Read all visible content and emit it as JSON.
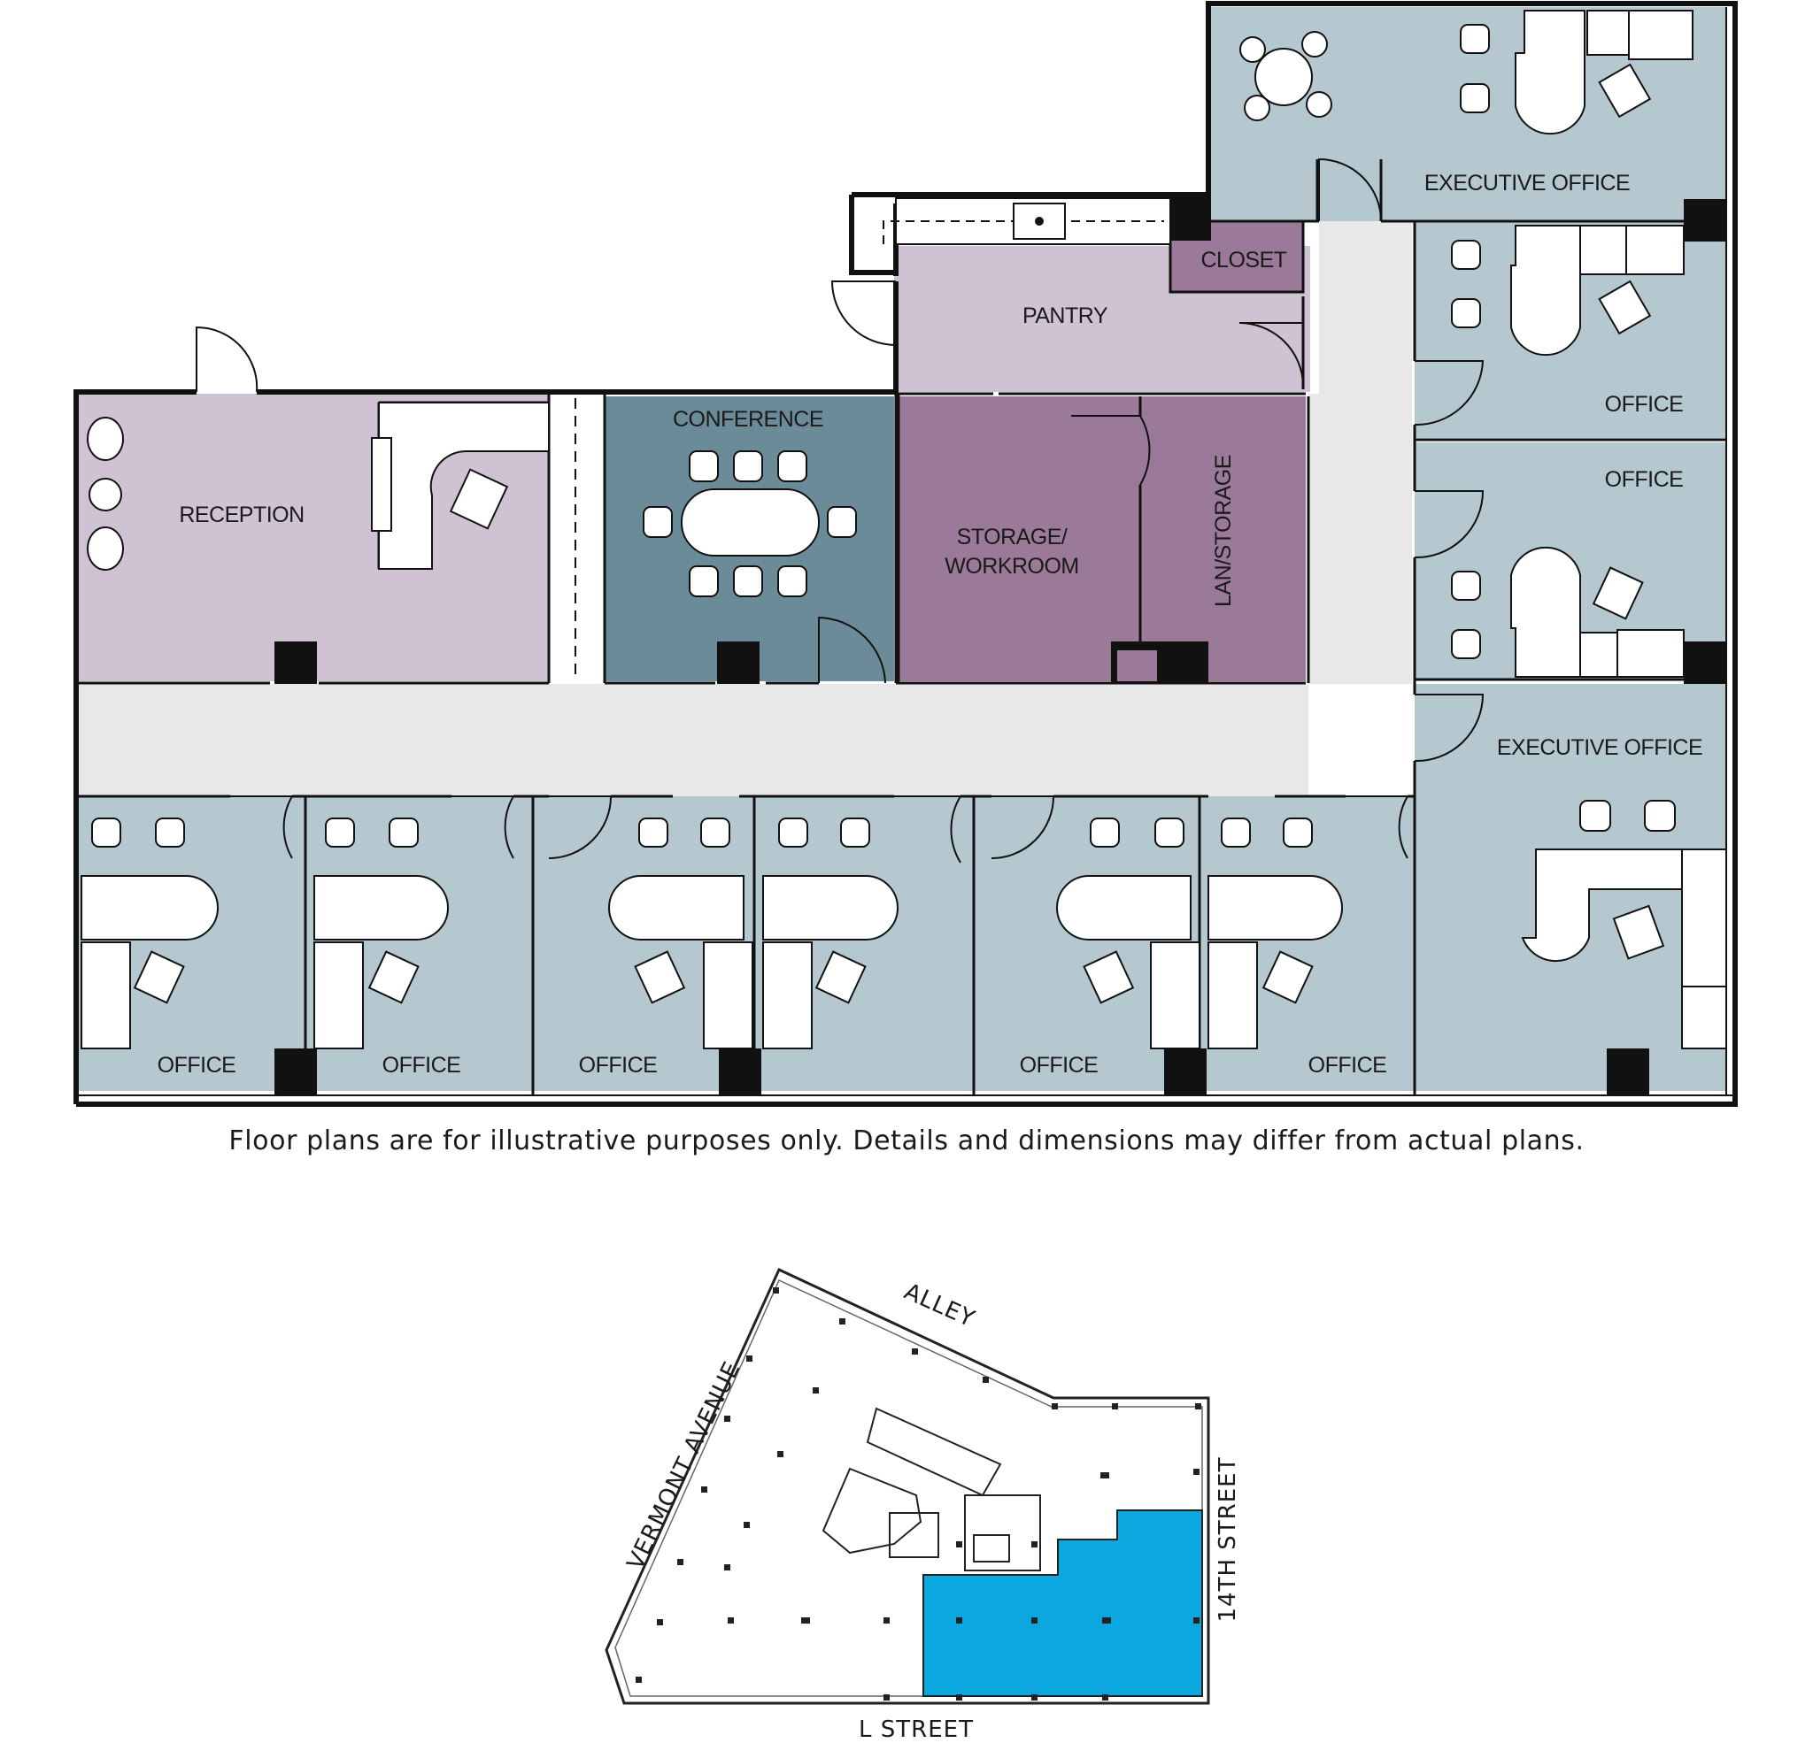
{
  "rooms": {
    "executive_office_top": "EXECUTIVE OFFICE",
    "closet": "CLOSET",
    "pantry": "PANTRY",
    "office_right_1": "OFFICE",
    "office_right_2": "OFFICE",
    "conference": "CONFERENCE",
    "reception": "RECEPTION",
    "storage_line1": "STORAGE/",
    "storage_line2": "WORKROOM",
    "lan_storage": "LAN/STORAGE",
    "executive_office_right": "EXECUTIVE OFFICE",
    "office_bottom_1": "OFFICE",
    "office_bottom_2": "OFFICE",
    "office_bottom_3": "OFFICE",
    "office_bottom_4": "OFFICE",
    "office_bottom_5": "OFFICE"
  },
  "disclaimer": "Floor plans are for illustrative purposes only. Details and dimensions may differ from actual plans.",
  "keyplan": {
    "alley": "ALLEY",
    "vermont": "VERMONT AVENUE",
    "fourteenth": "14TH STREET",
    "l_street": "L STREET"
  },
  "colors": {
    "office": "#b5c8cf",
    "conference": "#6b8b98",
    "reception": "#cfc2d2",
    "storage": "#9a7a98",
    "closet": "#9a7a98",
    "corridor": "#e8e8e8",
    "highlight": "#0aa8de",
    "wall": "#111111"
  }
}
